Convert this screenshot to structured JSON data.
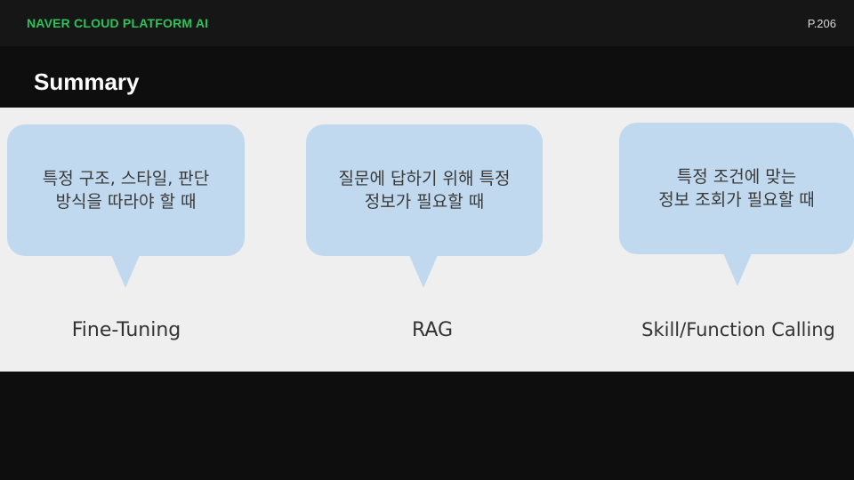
{
  "header": {
    "brand": "NAVER CLOUD PLATFORM  AI",
    "page_number": "P.206"
  },
  "slide": {
    "title": "Summary"
  },
  "cards": [
    {
      "bubble_text": "특정 구조, 스타일, 판단\n방식을 따라야 할 때",
      "label": "Fine-Tuning"
    },
    {
      "bubble_text": "질문에 답하기 위해 특정\n정보가 필요할 때",
      "label": "RAG"
    },
    {
      "bubble_text": "특정 조건에 맞는\n정보 조회가 필요할 때",
      "label": "Skill/Function Calling"
    }
  ],
  "colors": {
    "brand_green": "#2ec25a",
    "bubble_blue": "#c0d9ee",
    "panel_gray": "#efefef",
    "background": "#0e0e0e"
  }
}
